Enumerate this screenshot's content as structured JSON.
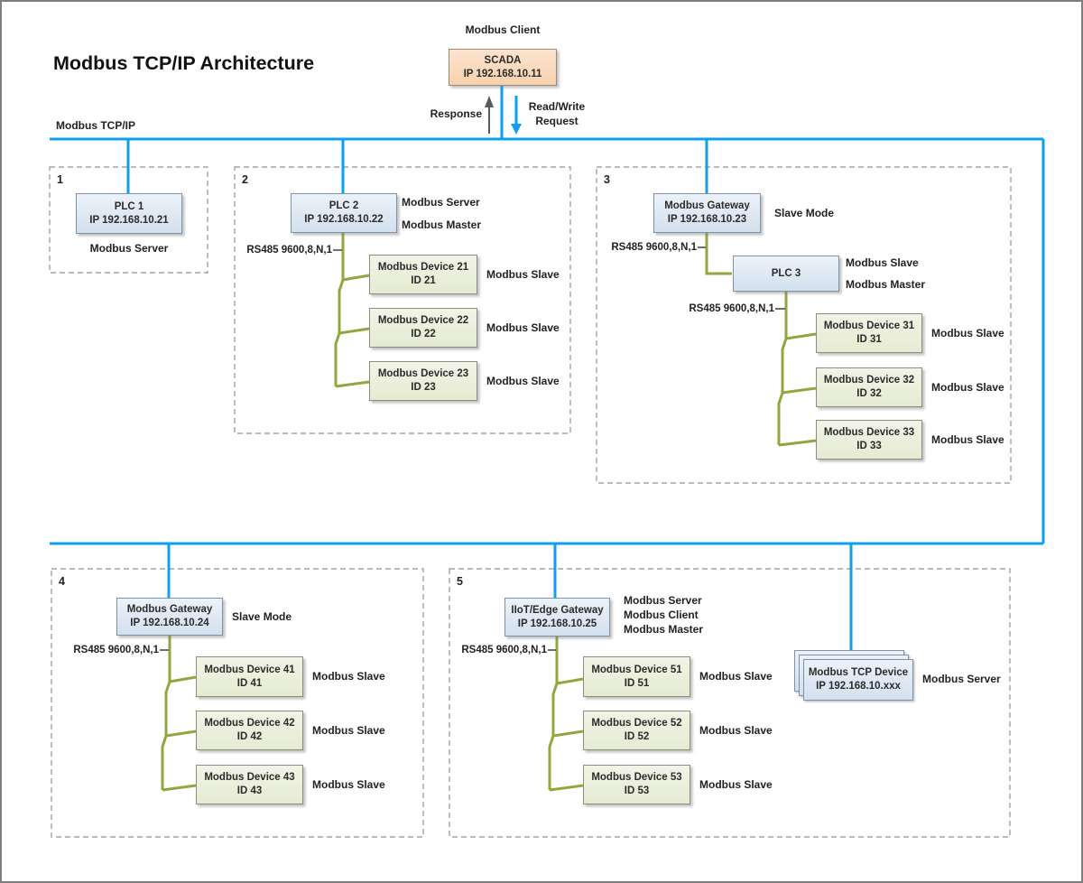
{
  "title": "Modbus TCP/IP Architecture",
  "network": {
    "label": "Modbus TCP/IP"
  },
  "client": {
    "caption": "Modbus Client",
    "name": "SCADA",
    "ip": "IP 192.168.10.11"
  },
  "flows": {
    "response": "Response",
    "request_line1": "Read/Write",
    "request_line2": "Request"
  },
  "serial": {
    "label": "RS485 9600,8,N,1"
  },
  "groups": {
    "g1": {
      "num": "1",
      "plc": {
        "name": "PLC 1",
        "ip": "IP 192.168.10.21",
        "role": "Modbus Server"
      }
    },
    "g2": {
      "num": "2",
      "plc": {
        "name": "PLC 2",
        "ip": "IP 192.168.10.22",
        "role1": "Modbus Server",
        "role2": "Modbus Master"
      },
      "devices": [
        {
          "name": "Modbus Device 21",
          "id": "ID 21",
          "role": "Modbus Slave"
        },
        {
          "name": "Modbus Device 22",
          "id": "ID 22",
          "role": "Modbus Slave"
        },
        {
          "name": "Modbus Device 23",
          "id": "ID 23",
          "role": "Modbus Slave"
        }
      ]
    },
    "g3": {
      "num": "3",
      "gateway": {
        "name": "Modbus Gateway",
        "ip": "IP 192.168.10.23",
        "role": "Slave Mode"
      },
      "plc": {
        "name": "PLC 3",
        "role1": "Modbus Slave",
        "role2": "Modbus Master"
      },
      "devices": [
        {
          "name": "Modbus Device 31",
          "id": "ID 31",
          "role": "Modbus Slave"
        },
        {
          "name": "Modbus Device 32",
          "id": "ID 32",
          "role": "Modbus Slave"
        },
        {
          "name": "Modbus Device 33",
          "id": "ID 33",
          "role": "Modbus Slave"
        }
      ]
    },
    "g4": {
      "num": "4",
      "gateway": {
        "name": "Modbus Gateway",
        "ip": "IP 192.168.10.24",
        "role": "Slave Mode"
      },
      "devices": [
        {
          "name": "Modbus Device 41",
          "id": "ID 41",
          "role": "Modbus Slave"
        },
        {
          "name": "Modbus Device 42",
          "id": "ID 42",
          "role": "Modbus Slave"
        },
        {
          "name": "Modbus Device 43",
          "id": "ID 43",
          "role": "Modbus Slave"
        }
      ]
    },
    "g5": {
      "num": "5",
      "gateway": {
        "name": "IIoT/Edge Gateway",
        "ip": "IP 192.168.10.25",
        "role1": "Modbus Server",
        "role2": "Modbus Client",
        "role3": "Modbus Master"
      },
      "devices": [
        {
          "name": "Modbus Device 51",
          "id": "ID 51",
          "role": "Modbus Slave"
        },
        {
          "name": "Modbus Device 52",
          "id": "ID 52",
          "role": "Modbus Slave"
        },
        {
          "name": "Modbus Device 53",
          "id": "ID 53",
          "role": "Modbus Slave"
        }
      ]
    }
  },
  "tcp_device": {
    "name": "Modbus TCP Device",
    "ip": "IP 192.168.10.xxx",
    "role": "Modbus Server"
  },
  "colors": {
    "bus": "#0da0f0",
    "serial_bus": "#8fa83d",
    "plc_fill": "#dce6f1",
    "device_fill": "#edf0e0",
    "scada_fill": "#fbdcc2",
    "frame": "#7f7f7f",
    "dashed_border": "#a3a3a3"
  }
}
